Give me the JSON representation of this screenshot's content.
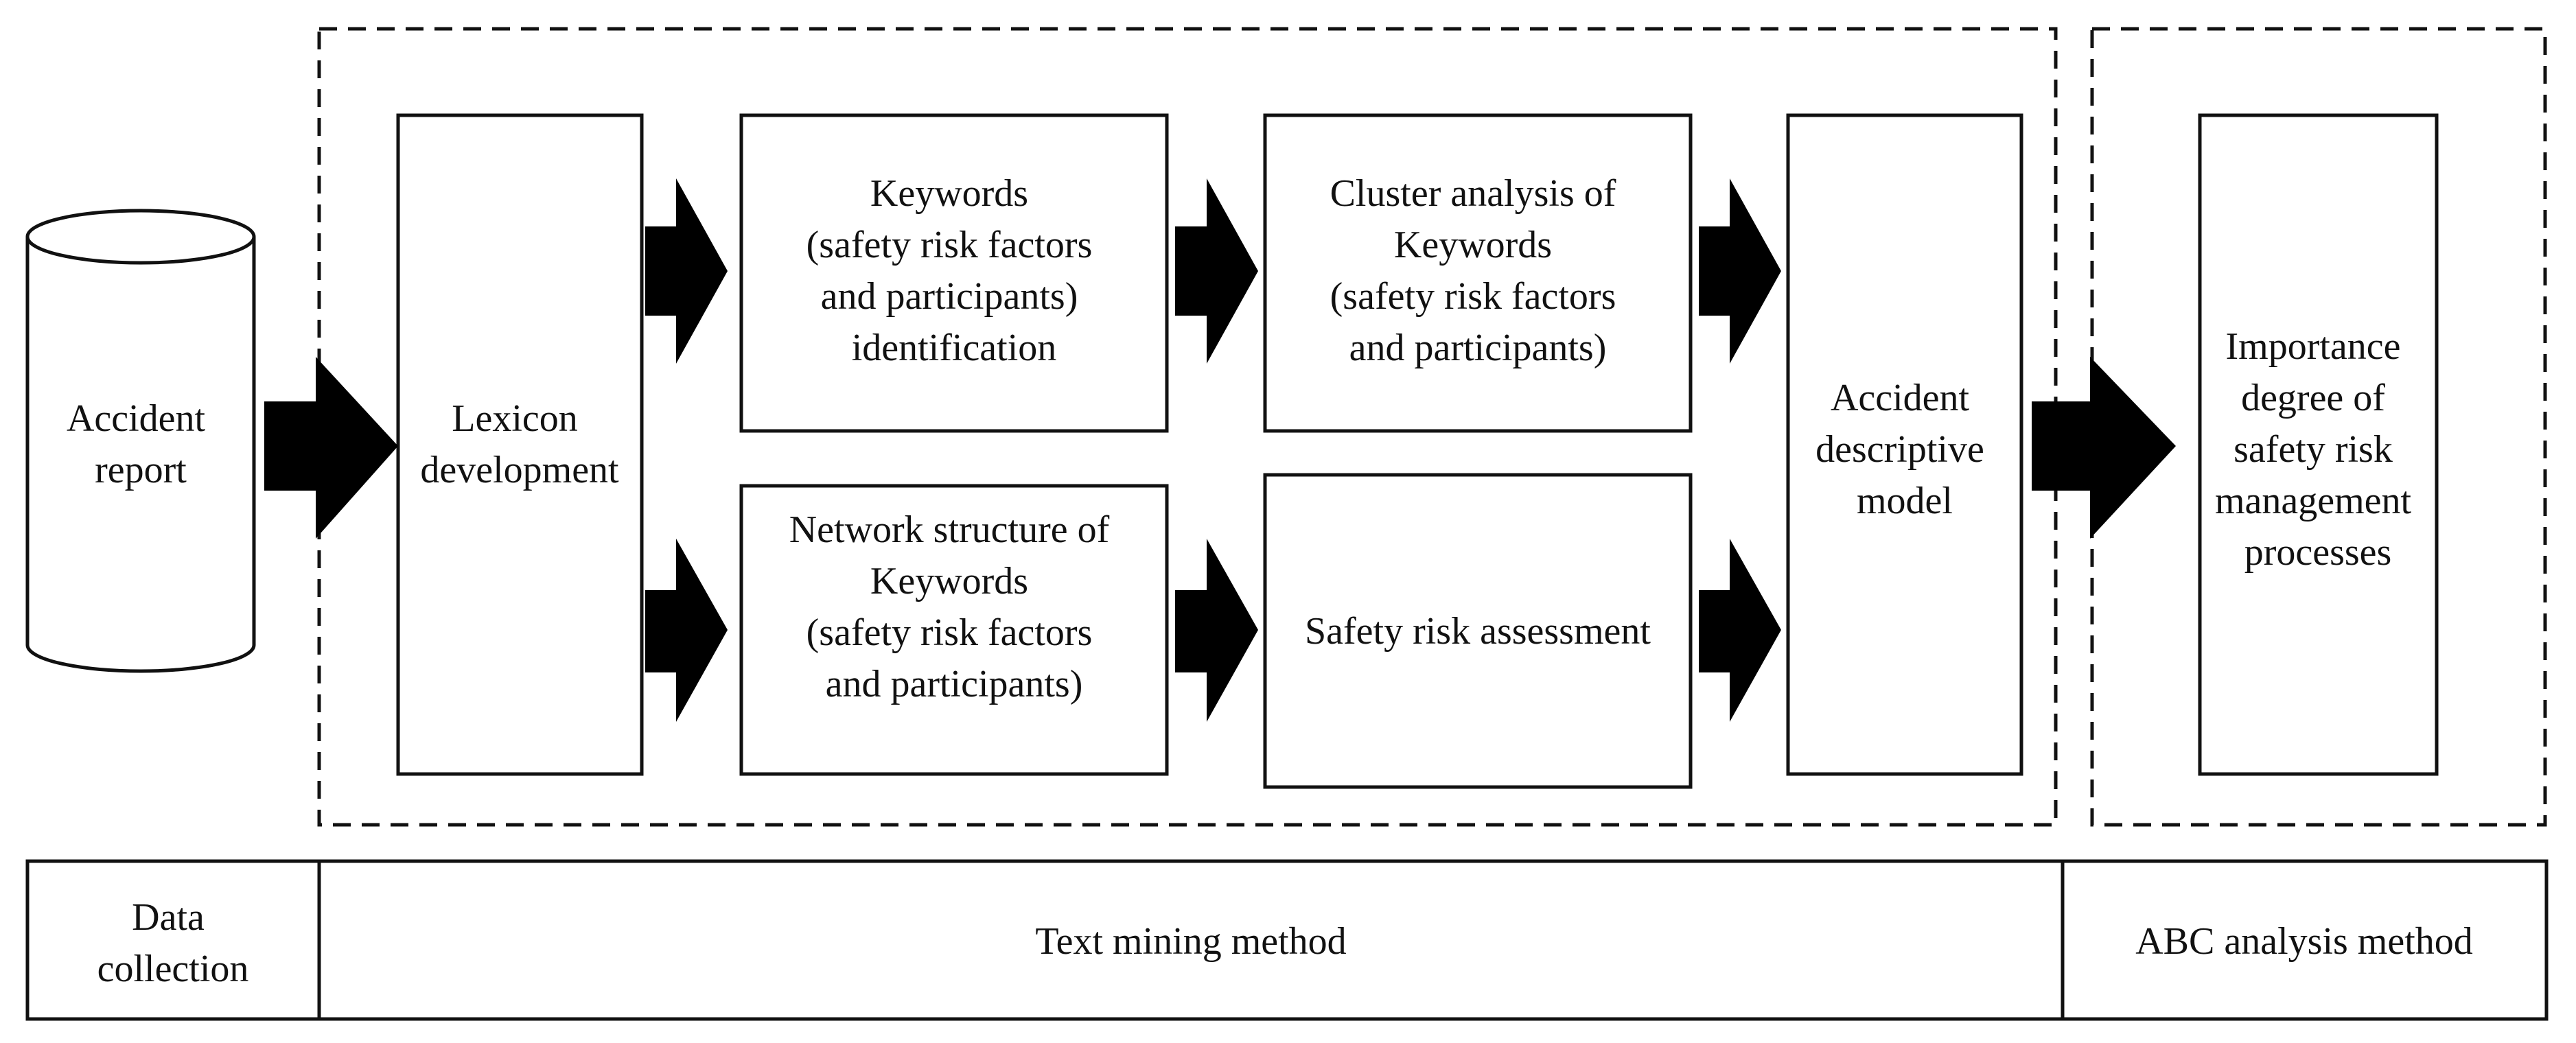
{
  "nodes": {
    "accident_report": [
      "Accident",
      "report"
    ],
    "lexicon": [
      "Lexicon",
      "development"
    ],
    "keywords_identification": [
      "Keywords",
      "(safety risk factors",
      "and  participants)",
      "identification"
    ],
    "cluster_analysis": [
      "Cluster analysis of",
      "Keywords",
      "(safety risk factors",
      "and  participants)"
    ],
    "network_structure": [
      "Network structure of",
      "Keywords",
      "(safety risk factors",
      "and  participants)"
    ],
    "safety_risk_assessment": [
      "Safety risk assessment"
    ],
    "descriptive_model": [
      "Accident",
      "descriptive",
      "model"
    ],
    "importance_degree": [
      "Importance",
      "degree of",
      "safety risk",
      "management",
      "processes"
    ]
  },
  "phases": {
    "data_collection": [
      "Data",
      "collection"
    ],
    "text_mining": [
      "Text mining method"
    ],
    "abc_analysis": [
      "ABC analysis method"
    ]
  },
  "colors": {
    "stroke": "#111111",
    "arrow_fill": "#000000",
    "background": "#ffffff"
  }
}
